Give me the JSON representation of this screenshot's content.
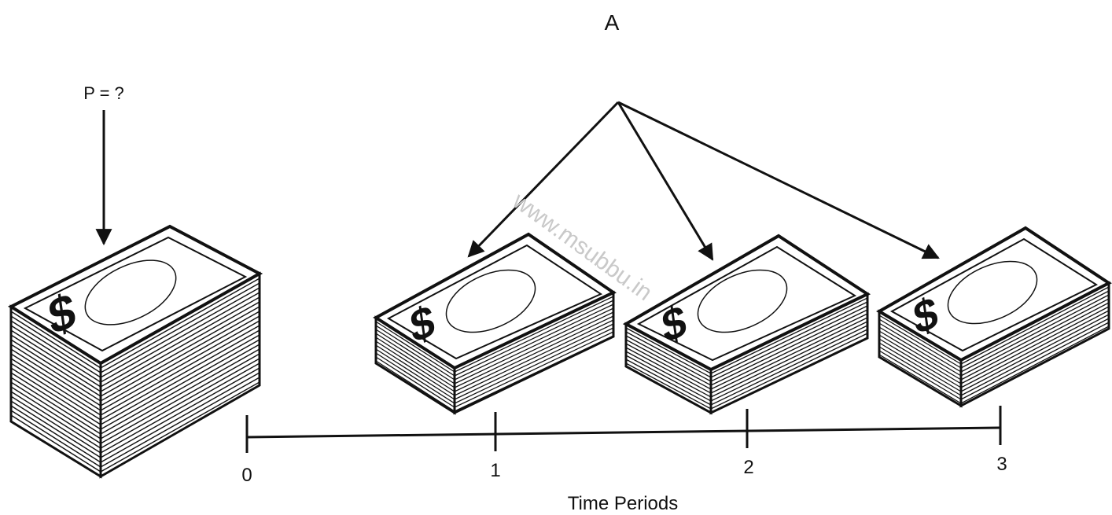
{
  "diagram": {
    "label_a": "A",
    "label_p": "P = ?",
    "x_axis_label": "Time Periods",
    "ticks": [
      "0",
      "1",
      "2",
      "3"
    ],
    "watermark": "www.msubbu.in",
    "money_symbol": "$",
    "icons": [
      "money-stack-icon",
      "dollar-sign-icon",
      "arrow-icon"
    ],
    "colors": {
      "ink": "#111111",
      "paper": "#ffffff",
      "watermark": "#c9c9c9"
    }
  }
}
